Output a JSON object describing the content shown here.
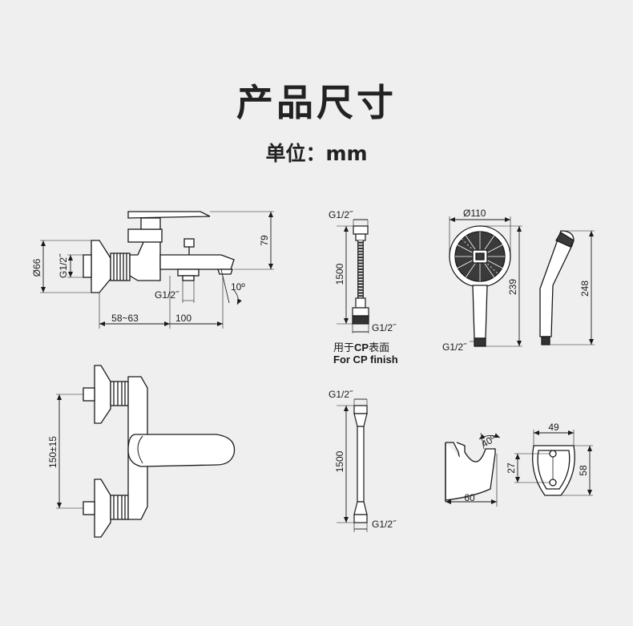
{
  "header": {
    "title": "产品尺寸",
    "unit": "单位：mm"
  },
  "faucet_side": {
    "dia": "Ø66",
    "inlet": "G1/2˝",
    "height": "79",
    "spout_thread": "G1/2˝",
    "angle": "10º",
    "offset": "58~63",
    "length": "100"
  },
  "faucet_front": {
    "centers": "150±15"
  },
  "hose_textured": {
    "top_thread": "G1/2˝",
    "length": "1500",
    "bottom_thread": "G1/2˝",
    "note_cn_prefix": "用于",
    "note_cn_bold": "CP",
    "note_cn_suffix": "表面",
    "note_en": "For CP finish"
  },
  "hose_plain": {
    "top_thread": "G1/2˝",
    "length": "1500",
    "bottom_thread": "G1/2˝"
  },
  "hand_shower": {
    "dia": "Ø110",
    "height": "239",
    "thread": "G1/2˝",
    "side_height": "248"
  },
  "holder": {
    "angle": "40º",
    "depth": "60",
    "width": "49",
    "hole": "27",
    "height": "58"
  }
}
